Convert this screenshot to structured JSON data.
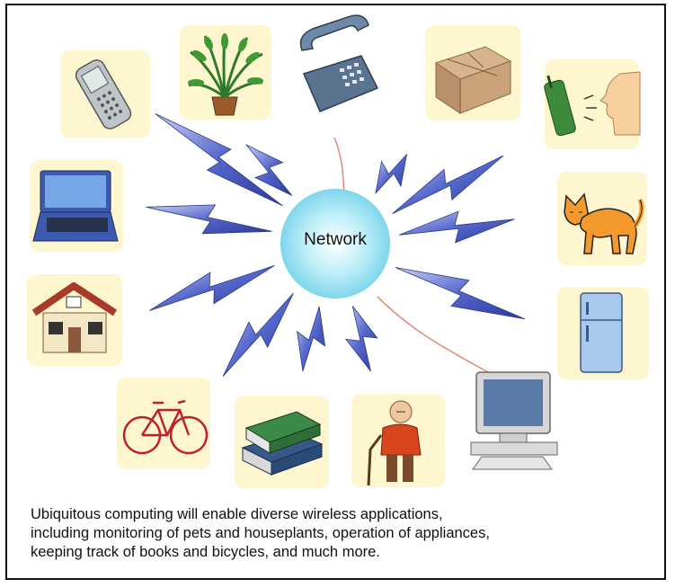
{
  "diagram": {
    "center_label": "Network",
    "caption": "Ubiquitous computing will enable diverse wireless applications,\nincluding monitoring of pets and houseplants, operation of appliances,\nkeeping track of books and bicycles, and much more.",
    "nodes": [
      "cell-phone",
      "houseplant",
      "desk-telephone",
      "package",
      "cordless-phone",
      "laptop",
      "cat",
      "house",
      "refrigerator",
      "bicycle",
      "books",
      "elderly-person",
      "desktop-computer"
    ],
    "colors": {
      "tile": "#fdf6cf",
      "hub": "#9fe2f2",
      "lightning": "#4a5cc8",
      "wire": "#e0826a"
    }
  }
}
